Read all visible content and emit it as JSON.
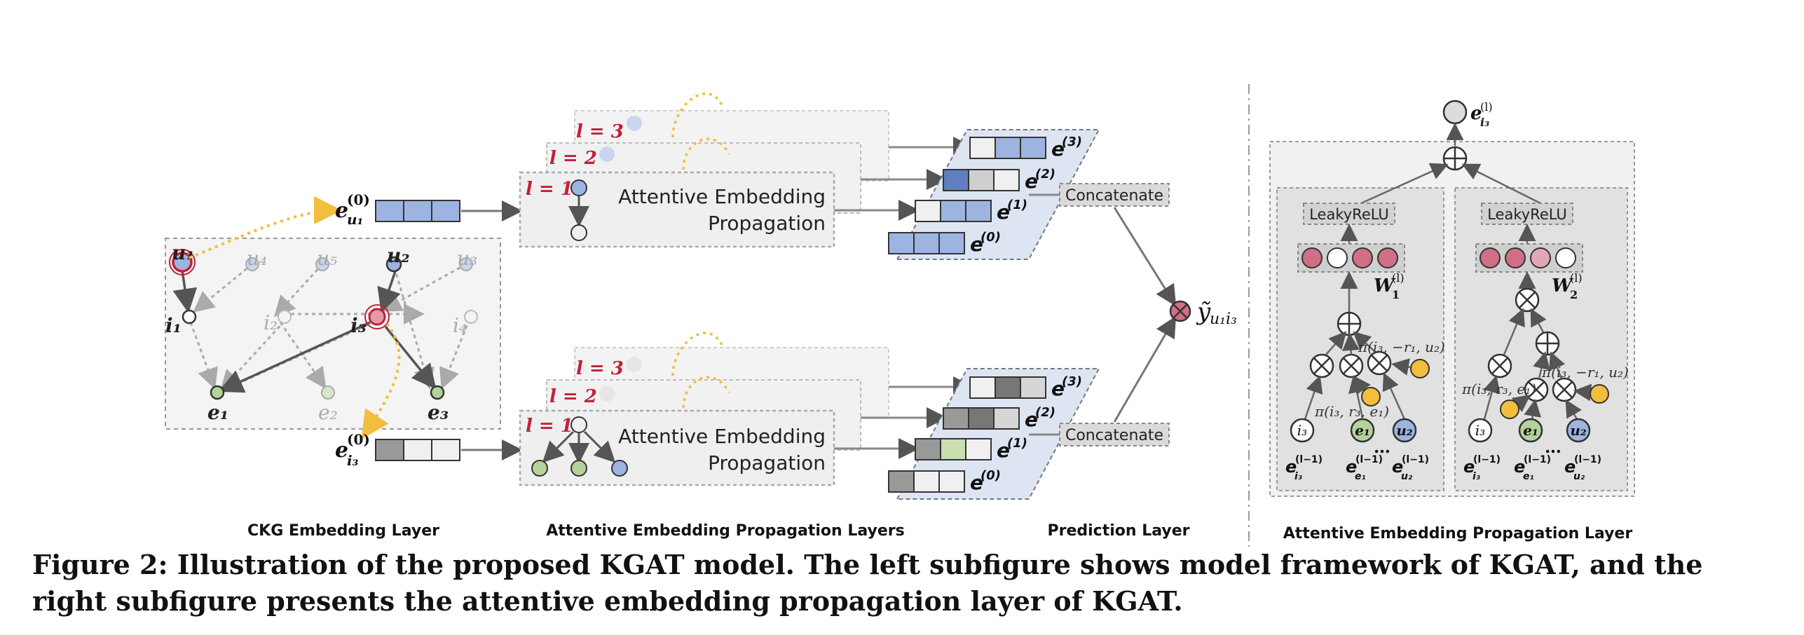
{
  "figure": {
    "panels": {
      "left": "CKG Embedding Layer",
      "middle": "Attentive Embedding Propagation Layers",
      "prediction": "Prediction Layer",
      "right": "Attentive Embedding Propagation Layer"
    },
    "caption": "Figure 2: Illustration of the proposed KGAT model. The left subfigure shows model framework of KGAT, and the right subfigure presents the attentive embedding propagation layer of KGAT."
  },
  "graph_nodes": {
    "u1": "u₁",
    "u4": "u₄",
    "u5": "u₅",
    "u2": "u₂",
    "u3": "u₃",
    "i1": "i₁",
    "i2": "i₂",
    "i3": "i₃",
    "i4": "i₄",
    "e1": "e₁",
    "e2": "e₂",
    "e3": "e₃"
  },
  "embeddings": {
    "eu0": "e",
    "eu0_sub": "u₁",
    "eu0_sup": "(0)",
    "ei0": "e",
    "ei0_sub": "i₃",
    "ei0_sup": "(0)"
  },
  "layers": {
    "l1": "l = 1",
    "l2": "l = 2",
    "l3": "l = 3",
    "block_line1": "Attentive Embedding",
    "block_line2": "Propagation"
  },
  "stack_user": [
    "(3)",
    "(2)",
    "(1)",
    "(0)"
  ],
  "stack_item": [
    "(3)",
    "(2)",
    "(1)",
    "(0)"
  ],
  "concatenate": "Concatenate",
  "prediction_symbol": "ỹ",
  "prediction_sub": "u₁i₃",
  "right_panel": {
    "output": "e",
    "output_sub": "i₃",
    "output_sup": "(l)",
    "activation": "LeakyReLU",
    "w1": "W",
    "w1_sub": "1",
    "w1_sup": "(l)",
    "w2": "W",
    "w2_sub": "2",
    "w2_sup": "(l)",
    "pi_a": "π(i₃, −r₁, u₂)",
    "pi_b": "π(i₃, r₃, e₁)",
    "nodes": [
      "i₃",
      "e₁",
      "u₂"
    ],
    "feat_i3": "e",
    "feat_i3_sub": "i₃",
    "feat_sup": "(l−1)",
    "feat_e1": "e",
    "feat_e1_sub": "e₁",
    "feat_u2": "e",
    "feat_u2_sub": "u₂",
    "dots": "…"
  },
  "colors": {
    "blue": "#9db4e0",
    "darkblue": "#6f8fc9",
    "green": "#b4d39a",
    "pink": "#d06f85",
    "yellow": "#f2be3d",
    "red": "#c0213a",
    "gray": "#777777",
    "lightgray": "#efefef"
  }
}
